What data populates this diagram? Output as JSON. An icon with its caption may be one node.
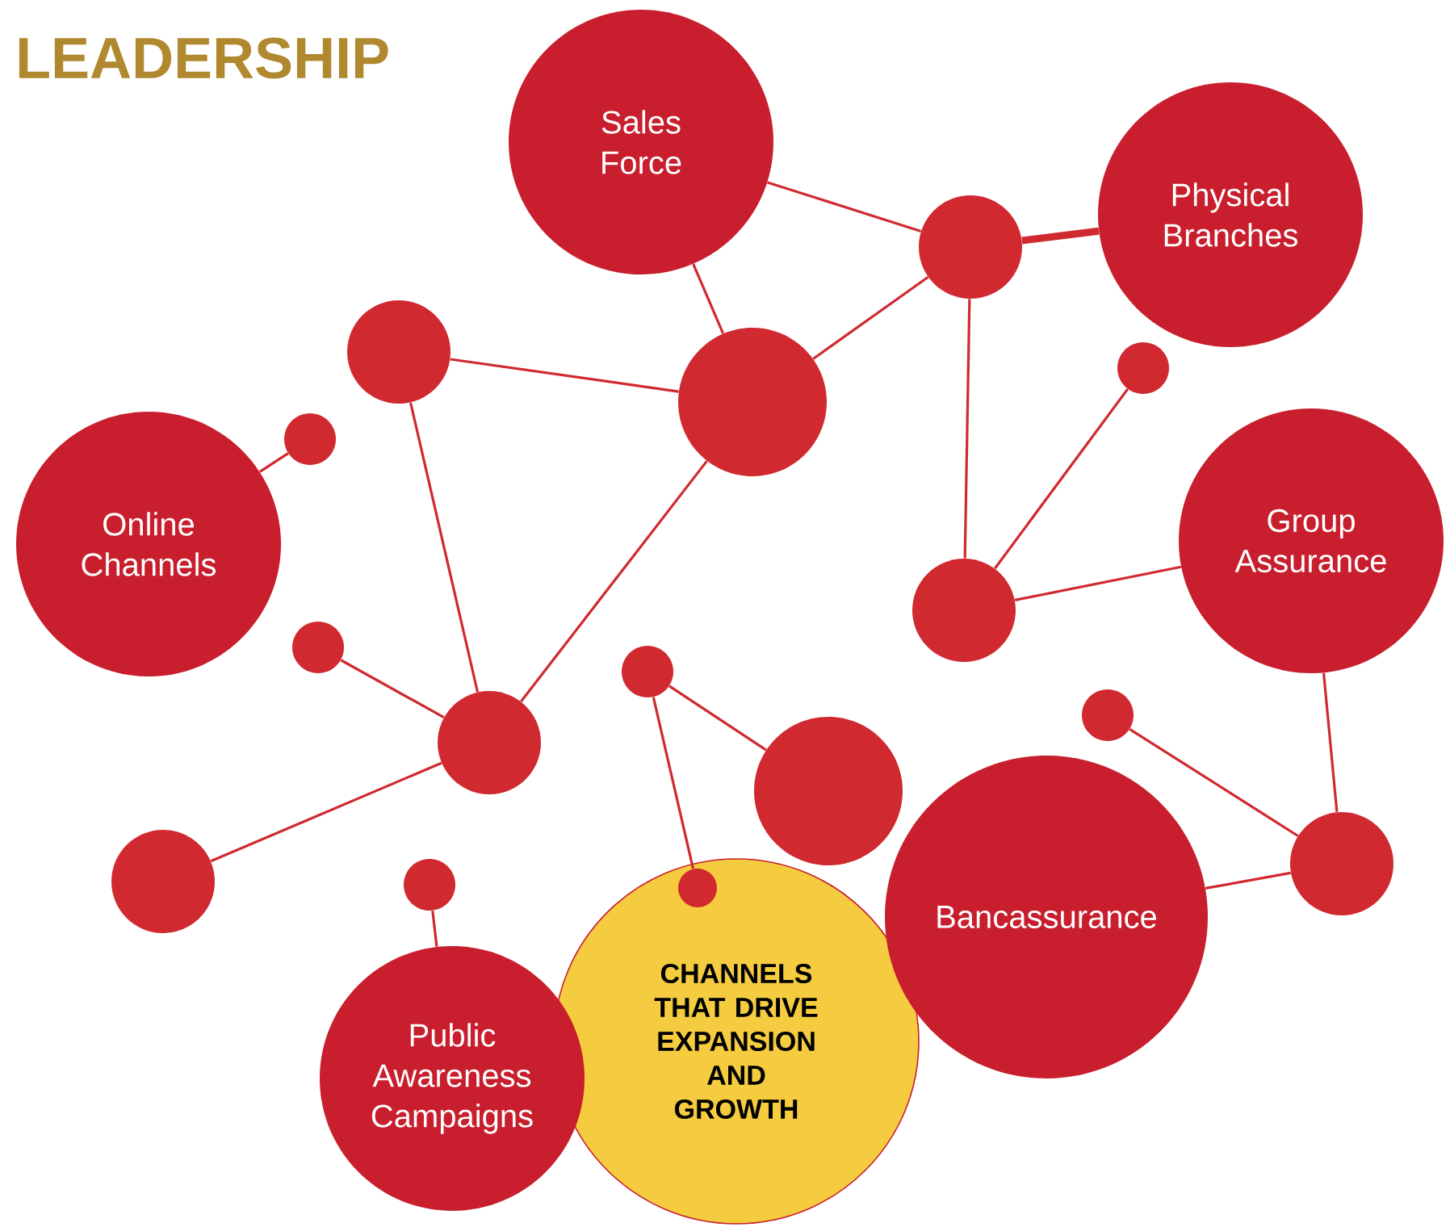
{
  "diagram": {
    "title": "LEADERSHIP",
    "nodes": [
      {
        "text": [
          "Sales Force"
        ]
      },
      {
        "text": [
          "Physical Branches"
        ]
      },
      {
        "text": [],
        "shape": "circle"
      },
      {
        "text": [],
        "shape": "circle"
      },
      {
        "text": [],
        "shape": "circle"
      },
      {
        "text": [],
        "shape": "circle"
      },
      {
        "text": [
          "Online Channels"
        ]
      },
      {
        "text": [],
        "shape": "circle"
      },
      {
        "text": [
          "Group Assurance"
        ]
      },
      {
        "text": [],
        "shape": "circle"
      },
      {
        "text": [],
        "shape": "circle"
      },
      {
        "text": [],
        "shape": "circle"
      },
      {
        "text": [],
        "shape": "circle"
      },
      {
        "text": [],
        "shape": "circle"
      },
      {
        "text": [],
        "shape": "circle"
      },
      {
        "text": [
          "CHANNELS THAT DRIVE EXPANSION AND GROWTH"
        ]
      },
      {
        "text": [],
        "shape": "circle",
        "in": 15
      },
      {
        "text": [
          "Bancassurance"
        ]
      },
      {
        "text": [],
        "shape": "circle"
      },
      {
        "text": [],
        "shape": "circle"
      },
      {
        "text": [],
        "shape": "circle"
      },
      {
        "text": [
          "Public Awareness Campaigns"
        ]
      }
    ],
    "edges": [
      {
        "from": 0,
        "to": 2,
        "arrow": "none"
      },
      {
        "from": 0,
        "to": 4,
        "arrow": "none"
      },
      {
        "from": 2,
        "to": 1,
        "arrow": "none",
        "style": "thick"
      },
      {
        "from": 2,
        "to": 4,
        "arrow": "none"
      },
      {
        "from": 2,
        "to": 9,
        "arrow": "none"
      },
      {
        "from": 3,
        "to": 4,
        "arrow": "none"
      },
      {
        "from": 3,
        "to": 12,
        "arrow": "none"
      },
      {
        "from": 7,
        "to": 6,
        "arrow": "none"
      },
      {
        "from": 5,
        "to": 9,
        "arrow": "none"
      },
      {
        "from": 9,
        "to": 8,
        "arrow": "none"
      },
      {
        "from": 10,
        "to": 12,
        "arrow": "none"
      },
      {
        "from": 12,
        "to": 4,
        "arrow": "none"
      },
      {
        "from": 12,
        "to": 19,
        "arrow": "none"
      },
      {
        "from": 11,
        "to": 13,
        "arrow": "none"
      },
      {
        "from": 11,
        "to": 16,
        "arrow": "none"
      },
      {
        "from": 14,
        "to": 18,
        "arrow": "none"
      },
      {
        "from": 8,
        "to": 18,
        "arrow": "none"
      },
      {
        "from": 17,
        "to": 18,
        "arrow": "none"
      },
      {
        "from": 20,
        "to": 21,
        "arrow": "none"
      }
    ]
  }
}
